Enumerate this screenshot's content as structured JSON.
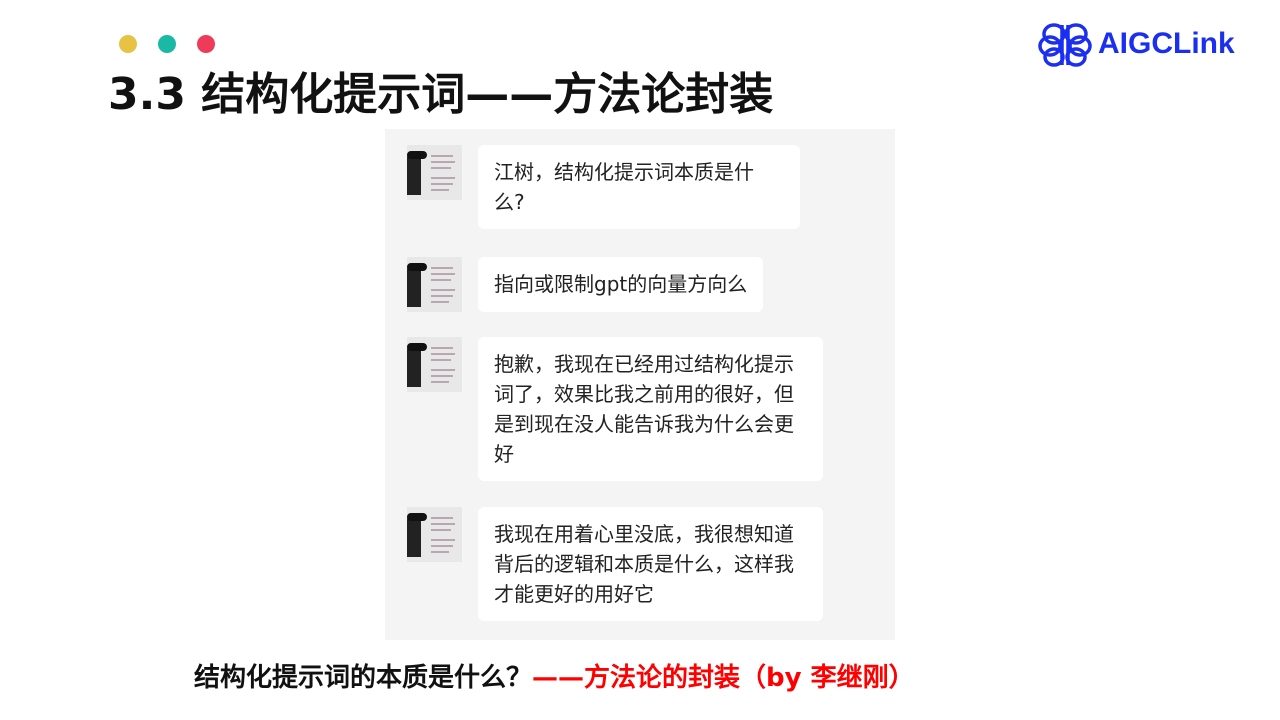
{
  "colors": {
    "dot1": "#e8c244",
    "dot2": "#1ab9a6",
    "dot3": "#ef3b5a",
    "accent": "#ff0000",
    "logo": "#1a2ff0"
  },
  "title": "3.3 结构化提示词——方法论封装",
  "logo": {
    "text": "AIGCLink",
    "icon": "brain-icon"
  },
  "messages": [
    {
      "text": "江树，结构化提示词本质是什么?"
    },
    {
      "text": "指向或限制gpt的向量方向么"
    },
    {
      "text": "抱歉，我现在已经用过结构化提示词了，效果比我之前用的很好，但是到现在没人能告诉我为什么会更好"
    },
    {
      "text": "我现在用着心里没底，我很想知道背后的逻辑和本质是什么，这样我才能更好的用好它"
    }
  ],
  "bottom": {
    "question": "结构化提示词的本质是什么？",
    "answer": "——方法论的封装（by 李继刚）"
  }
}
